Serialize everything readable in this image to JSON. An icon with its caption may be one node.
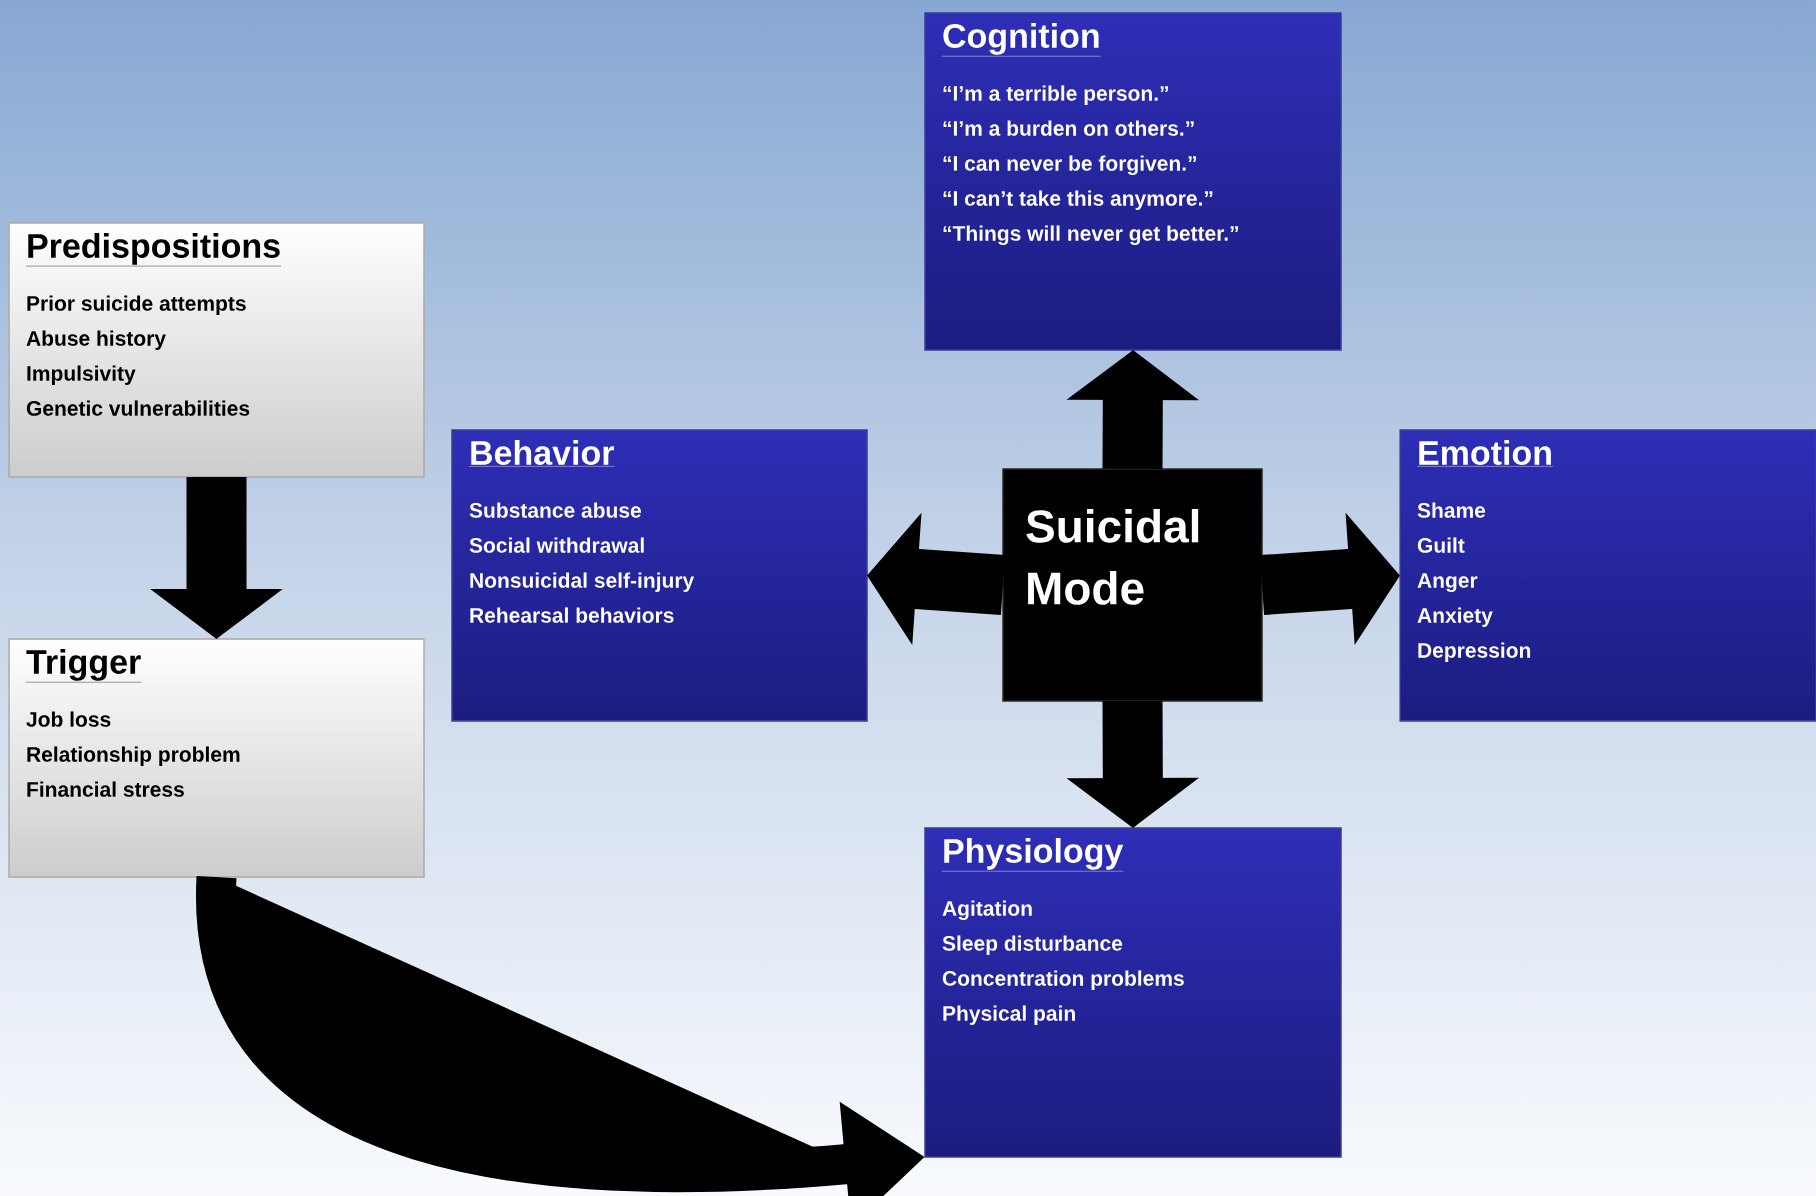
{
  "diagram": {
    "nodes": [
      {
        "text": [
          "Cognition",
          "“I’m a terrible person.”",
          "“I’m a burden on others.”",
          "“I can never be forgiven.”",
          "“I can’t take this anymore.”",
          "“Things will never get better.”"
        ]
      },
      {
        "text": [
          "Predispositions",
          "Prior suicide attempts",
          "Abuse history",
          "Impulsivity",
          "Genetic vulnerabilities"
        ]
      },
      {
        "text": [
          "Behavior",
          "Substance abuse",
          "Social withdrawal",
          "Nonsuicidal self-injury",
          "Rehearsal behaviors"
        ]
      },
      {
        "text": [
          "Suicidal Mode"
        ]
      },
      {
        "text": [
          "Emotion",
          "Shame",
          "Guilt",
          "Anger",
          "Anxiety",
          "Depression"
        ]
      },
      {
        "text": [
          "Trigger",
          "Job loss",
          "Relationship problem",
          "Financial stress"
        ]
      },
      {
        "text": [
          "Physiology",
          "Agitation",
          "Sleep disturbance",
          "Concentration problems",
          "Physical pain"
        ]
      }
    ],
    "edges": [
      {
        "from": 1,
        "to": 5,
        "arrow": "to"
      },
      {
        "from": 3,
        "to": 0,
        "arrow": "to"
      },
      {
        "from": 3,
        "to": 2,
        "arrow": "to"
      },
      {
        "from": 3,
        "to": 4,
        "arrow": "to"
      },
      {
        "from": 3,
        "to": 6,
        "arrow": "to"
      },
      {
        "from": 5,
        "to": 6,
        "arrow": "to"
      }
    ]
  }
}
